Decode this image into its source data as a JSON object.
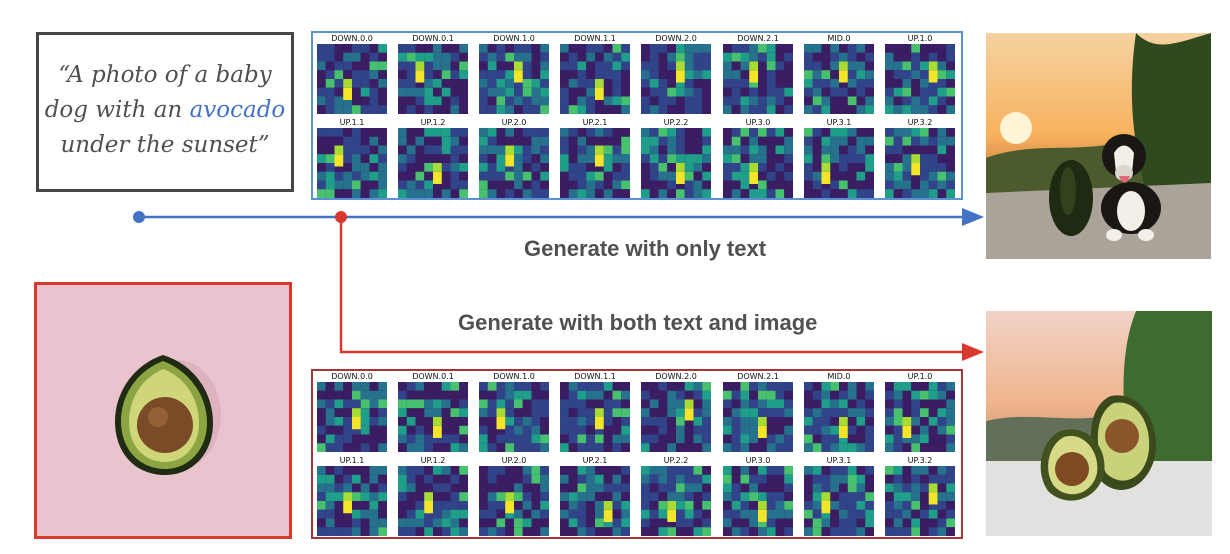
{
  "prompt": {
    "before_highlight": "“A photo of a baby dog with an ",
    "highlight": "avocado",
    "after_highlight": " under the sunset”"
  },
  "captions": {
    "text_only": "Generate with only text",
    "text_and_image": "Generate with both text and image"
  },
  "attention_map_labels": {
    "row1": [
      "DOWN.0.0",
      "DOWN.0.1",
      "DOWN.1.0",
      "DOWN.1.1",
      "DOWN.2.0",
      "DOWN.2.1",
      "MID.0",
      "UP.1.0"
    ],
    "row2": [
      "UP.1.1",
      "UP.1.2",
      "UP.2.0",
      "UP.2.1",
      "UP.2.2",
      "UP.3.0",
      "UP.3.1",
      "UP.3.2"
    ]
  },
  "colors": {
    "text_path": "#4472c4",
    "image_path": "#d9382c",
    "prompt_border": "#454545",
    "map_background": "#2d1b5a",
    "map_highlight": "#f3e52a"
  }
}
